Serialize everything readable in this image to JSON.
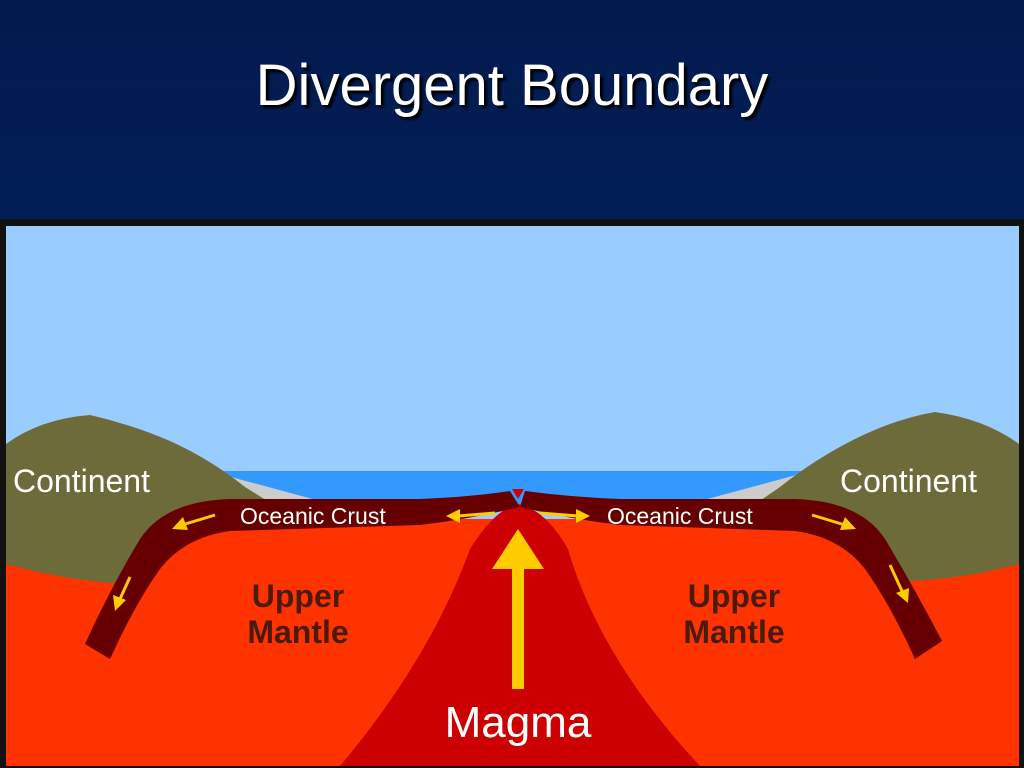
{
  "slide": {
    "title": "Divergent Boundary"
  },
  "diagram": {
    "labels": {
      "continent_left": "Continent",
      "continent_right": "Continent",
      "oceanic_crust_left": "Oceanic Crust",
      "oceanic_crust_right": "Oceanic Crust",
      "upper_mantle_left_line1": "Upper",
      "upper_mantle_left_line2": "Mantle",
      "upper_mantle_right_line1": "Upper",
      "upper_mantle_right_line2": "Mantle",
      "magma": "Magma"
    },
    "colors": {
      "background": "#03205a",
      "sky": "#99ccff",
      "ocean": "#3399ff",
      "continent": "#6e6b3a",
      "mantle": "#ff3300",
      "magma_plume": "#cc0000",
      "crust_plate": "#660000",
      "arrow": "#ffcc00",
      "mantle_label": "#4a1a0a"
    }
  }
}
